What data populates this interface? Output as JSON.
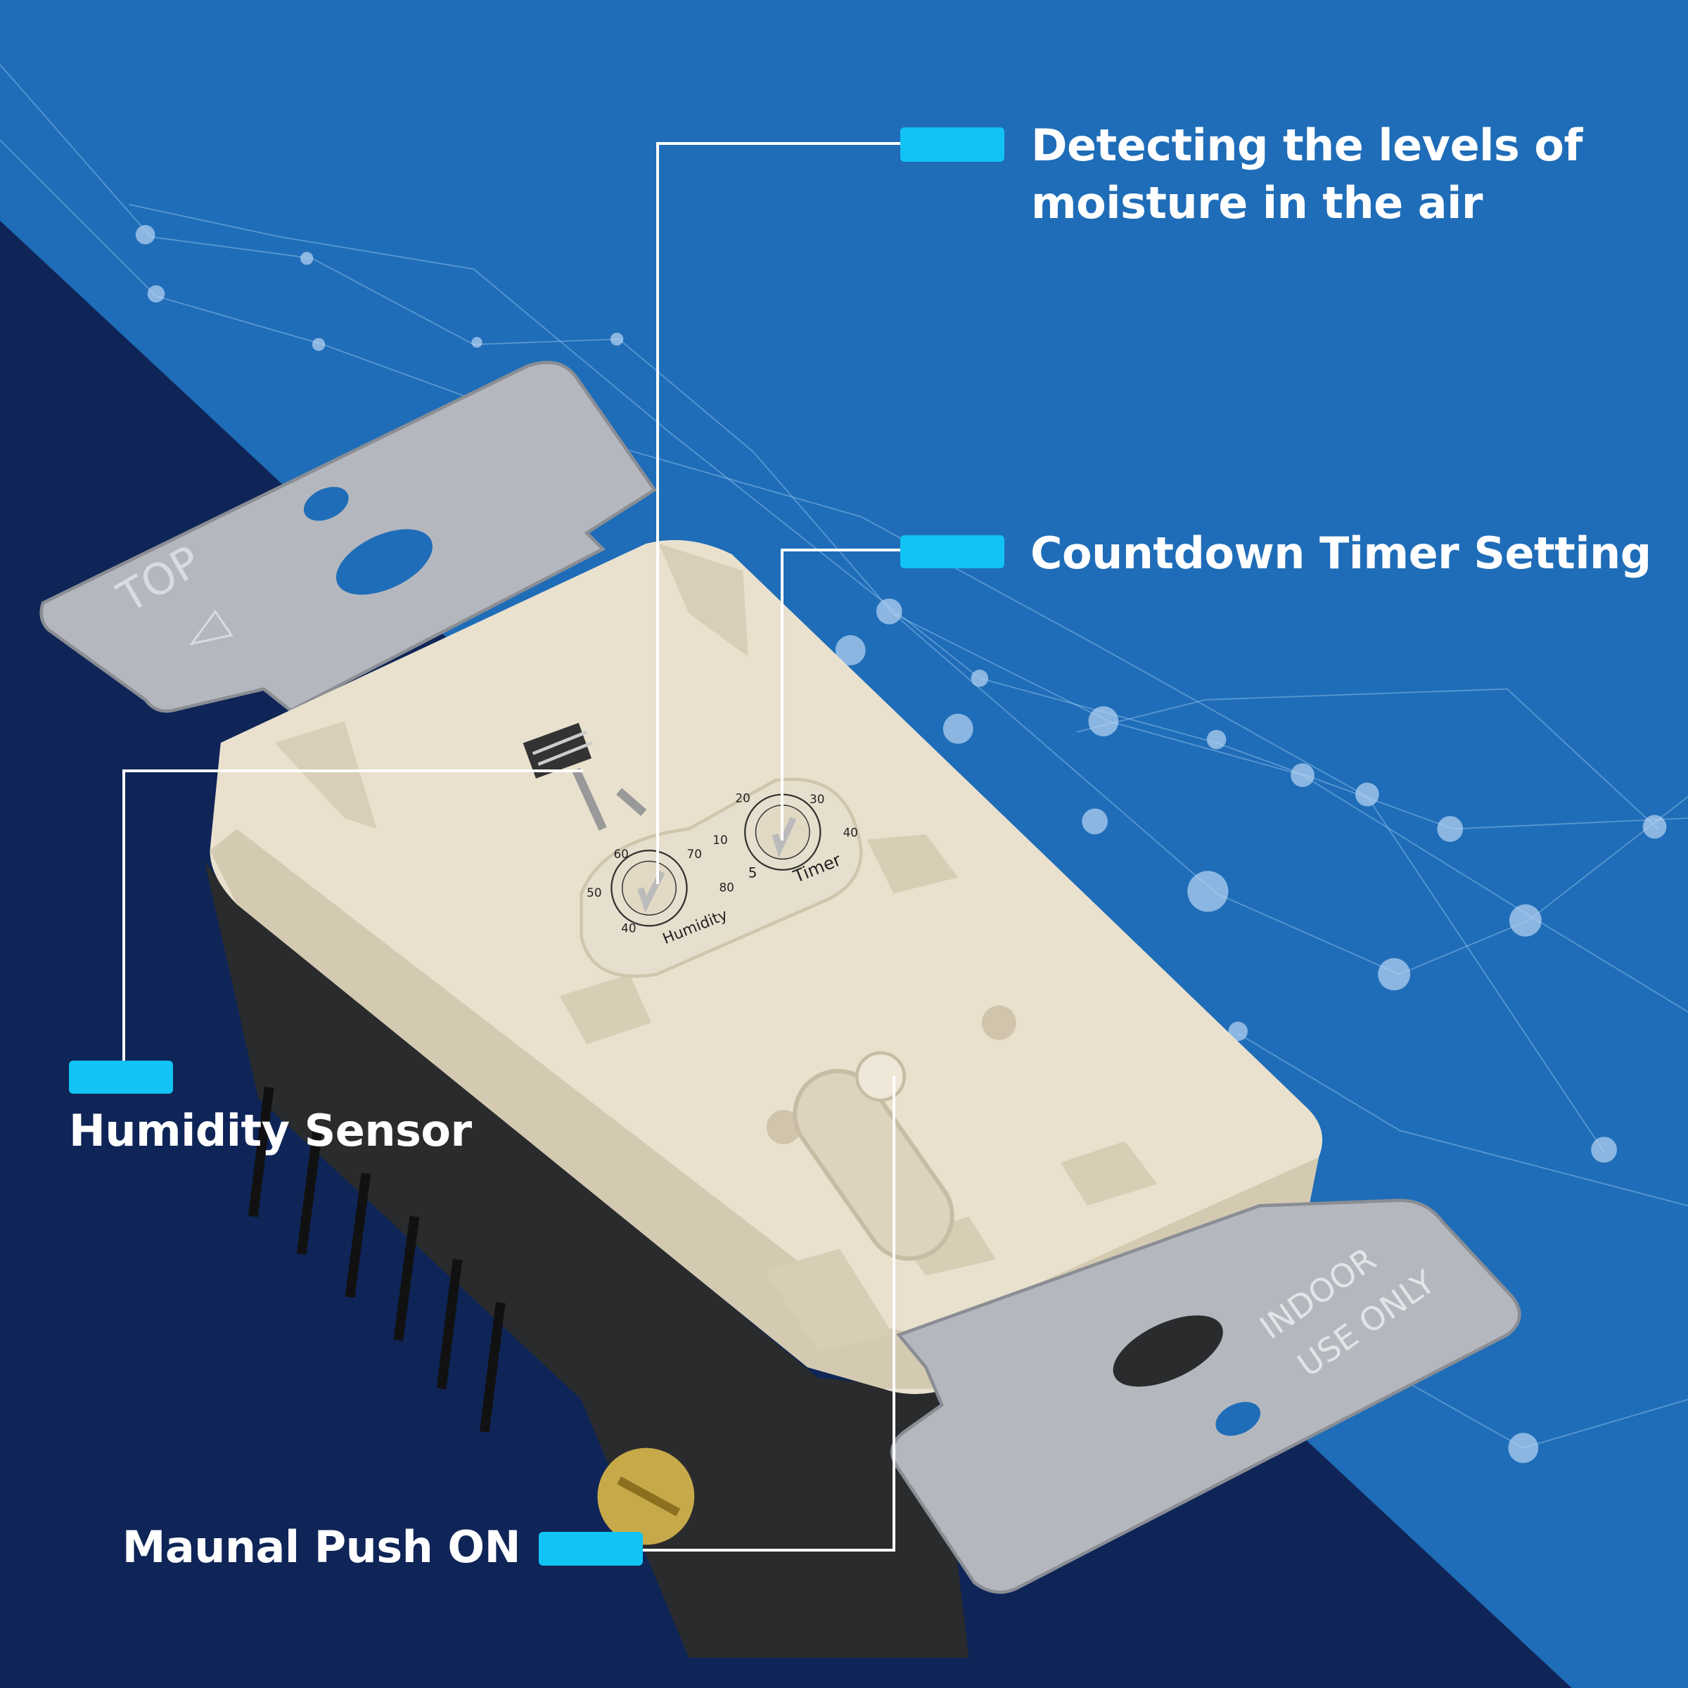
{
  "callouts": {
    "moisture": {
      "line1": "Detecting the levels of",
      "line2": "moisture in the air"
    },
    "timer": {
      "text": "Countdown Timer Setting"
    },
    "humidity_sensor": {
      "text": "Humidity Sensor"
    },
    "push_on": {
      "text": "Maunal Push ON"
    }
  },
  "product": {
    "top_plate_text": "TOP",
    "bottom_plate_line1": "INDOOR",
    "bottom_plate_line2": "USE ONLY",
    "humidity_dial": {
      "label": "Humidity",
      "ticks": [
        "40",
        "50",
        "60",
        "70",
        "80"
      ]
    },
    "timer_dial": {
      "label": "Timer",
      "ticks": [
        "5",
        "10",
        "20",
        "30",
        "40"
      ]
    }
  },
  "colors": {
    "accent": "#12c3f5",
    "background_blue": "#1f6db8",
    "background_navy": "#0f2557",
    "body": "#ece4d2"
  }
}
